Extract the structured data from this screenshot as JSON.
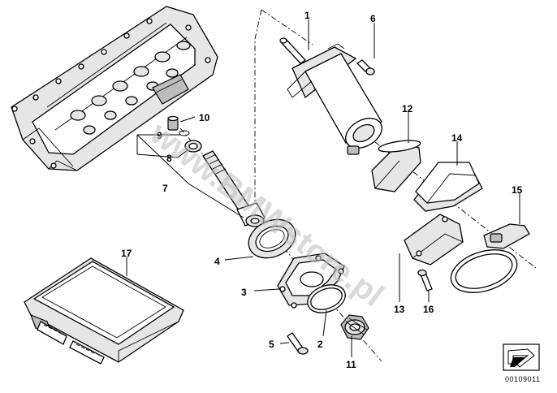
{
  "diagram": {
    "callouts": [
      {
        "id": "1",
        "label": "1"
      },
      {
        "id": "2",
        "label": "2"
      },
      {
        "id": "3",
        "label": "3"
      },
      {
        "id": "4",
        "label": "4"
      },
      {
        "id": "5",
        "label": "5"
      },
      {
        "id": "6",
        "label": "6"
      },
      {
        "id": "7",
        "label": "7"
      },
      {
        "id": "8",
        "label": "8"
      },
      {
        "id": "9",
        "label": "9"
      },
      {
        "id": "10",
        "label": "10"
      },
      {
        "id": "11",
        "label": "11"
      },
      {
        "id": "12",
        "label": "12"
      },
      {
        "id": "13",
        "label": "13"
      },
      {
        "id": "14",
        "label": "14"
      },
      {
        "id": "15",
        "label": "15"
      },
      {
        "id": "16",
        "label": "16"
      },
      {
        "id": "17",
        "label": "17"
      }
    ],
    "watermark": "www.BMWstore.pl",
    "diagram_code": "00109011",
    "colors": {
      "line": "#000000",
      "background": "#ffffff",
      "watermark": "#bcbcbc"
    }
  }
}
